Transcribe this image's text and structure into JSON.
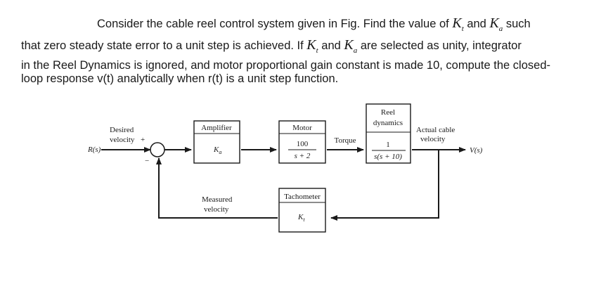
{
  "question": {
    "line1_a": "Consider the cable reel control system given in Fig. Find the value of ",
    "k": "K",
    "t": "t",
    "a": "a",
    "and": " and ",
    "line1_b": " such",
    "line2_a": "that zero steady state error to a unit step is achieved. If ",
    "line2_b": " are selected as unity, integrator",
    "line3": "in the Reel Dynamics is ignored, and motor proportional gain constant is made 10, compute the closed-",
    "line4": "loop response v(t) analytically when r(t) is a unit step function."
  },
  "diagram": {
    "input": "R(s)",
    "output": "V(s)",
    "desired_1": "Desired",
    "desired_2": "velocity",
    "plus": "+",
    "minus": "−",
    "amplifier_label": "Amplifier",
    "amplifier_gain_k": "K",
    "amplifier_gain_sub": "a",
    "motor_label": "Motor",
    "motor_num": "100",
    "motor_den": "s + 2",
    "torque": "Torque",
    "reel_label_1": "Reel",
    "reel_label_2": "dynamics",
    "reel_num": "1",
    "reel_den": "s(s + 10)",
    "actual_1": "Actual cable",
    "actual_2": "velocity",
    "measured_1": "Measured",
    "measured_2": "velocity",
    "tach_label": "Tachometer",
    "tach_gain_k": "K",
    "tach_gain_sub": "t"
  }
}
